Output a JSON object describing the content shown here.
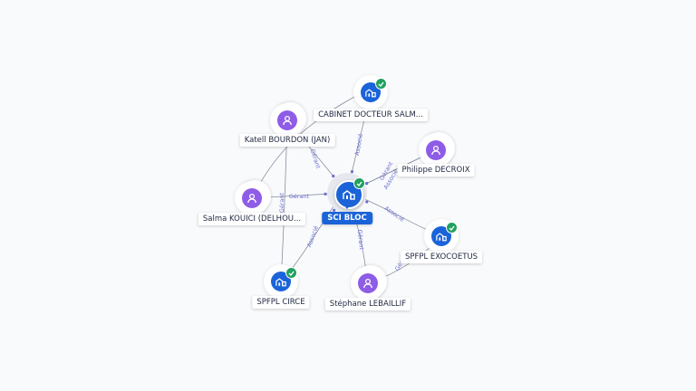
{
  "colors": {
    "person": "#8e5ce6",
    "company": "#1b63d8",
    "verified": "#22a060",
    "edge": "#8a909e",
    "edge_label": "#6b6fd0",
    "background": "#f9fafc"
  },
  "center": {
    "id": "sci",
    "label": "SCI BLOC",
    "type": "company",
    "verified": true,
    "icon": "building-icon"
  },
  "nodes": [
    {
      "id": "cabinet",
      "label": "CABINET DOCTEUR SALM...",
      "type": "company",
      "verified": true,
      "icon": "building-icon"
    },
    {
      "id": "katell",
      "label": "Katell BOURDON (JAN)",
      "type": "person",
      "verified": false,
      "icon": "person-icon"
    },
    {
      "id": "philippe",
      "label": "Philippe DECROIX",
      "type": "person",
      "verified": false,
      "icon": "person-icon"
    },
    {
      "id": "salma",
      "label": "Salma KOUICI (DELHOU...",
      "type": "person",
      "verified": false,
      "icon": "person-icon"
    },
    {
      "id": "exocoetus",
      "label": "SPFPL EXOCOETUS",
      "type": "company",
      "verified": true,
      "icon": "building-icon"
    },
    {
      "id": "circe",
      "label": "SPFPL CIRCE",
      "type": "company",
      "verified": true,
      "icon": "building-icon"
    },
    {
      "id": "stephane",
      "label": "Stéphane LEBAILLIF",
      "type": "person",
      "verified": false,
      "icon": "person-icon"
    }
  ],
  "edges": [
    {
      "from": "cabinet",
      "to": "sci",
      "label": "Associé"
    },
    {
      "from": "katell",
      "to": "sci",
      "label": "Gérant"
    },
    {
      "from": "philippe",
      "to": "sci",
      "label": "Gérant"
    },
    {
      "from": "philippe",
      "to": "sci",
      "label": "Associé"
    },
    {
      "from": "salma",
      "to": "sci",
      "label": "Gérant"
    },
    {
      "from": "exocoetus",
      "to": "sci",
      "label": "Associé"
    },
    {
      "from": "circe",
      "to": "sci",
      "label": "Associé"
    },
    {
      "from": "stephane",
      "to": "sci",
      "label": "Gérant"
    },
    {
      "from": "salma",
      "to": "cabinet",
      "label": ""
    },
    {
      "from": "katell",
      "to": "circe",
      "label": "Gérant"
    },
    {
      "from": "stephane",
      "to": "exocoetus",
      "label": "Gérant"
    }
  ]
}
